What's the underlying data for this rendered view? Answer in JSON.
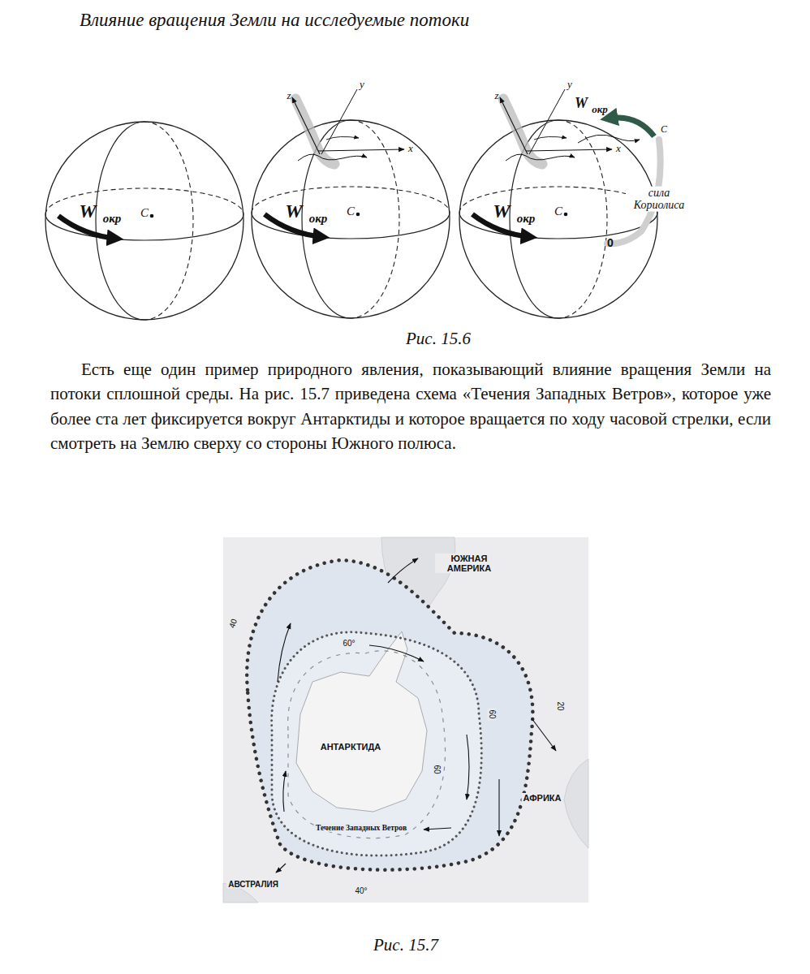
{
  "diagram": {
    "title": "Влияние вращения Земли на исследуемые потоки",
    "labels": [
      "W",
      "окр",
      "C",
      "z",
      "y",
      "x",
      "W",
      "окр",
      "C",
      "z",
      "y",
      "x",
      "W",
      "окр",
      "C",
      "сила Кориолиса",
      "W",
      "окр",
      "C",
      "0",
      "Рис. 15.6",
      "Есть еще один пример природного явления, показывающий влияние вращения Земли на потоки сплошной среды. На рис. 15.7 приведена схема «Течения Западных Ветров», которое уже более ста лет фиксируется вокруг Антарктиды и которое вращается по ходу часовой стрелки, если смотреть на Землю сверху со стороны Южного полюса.",
      "ЮЖНАЯ АМЕРИКА",
      "АНТАРКТИДА",
      "АФРИКА",
      "АВСТРАЛИЯ",
      "Течение Западных Ветров",
      "40",
      "60°",
      "60",
      "20",
      "60",
      "40°",
      "Рис. 15.7"
    ]
  }
}
